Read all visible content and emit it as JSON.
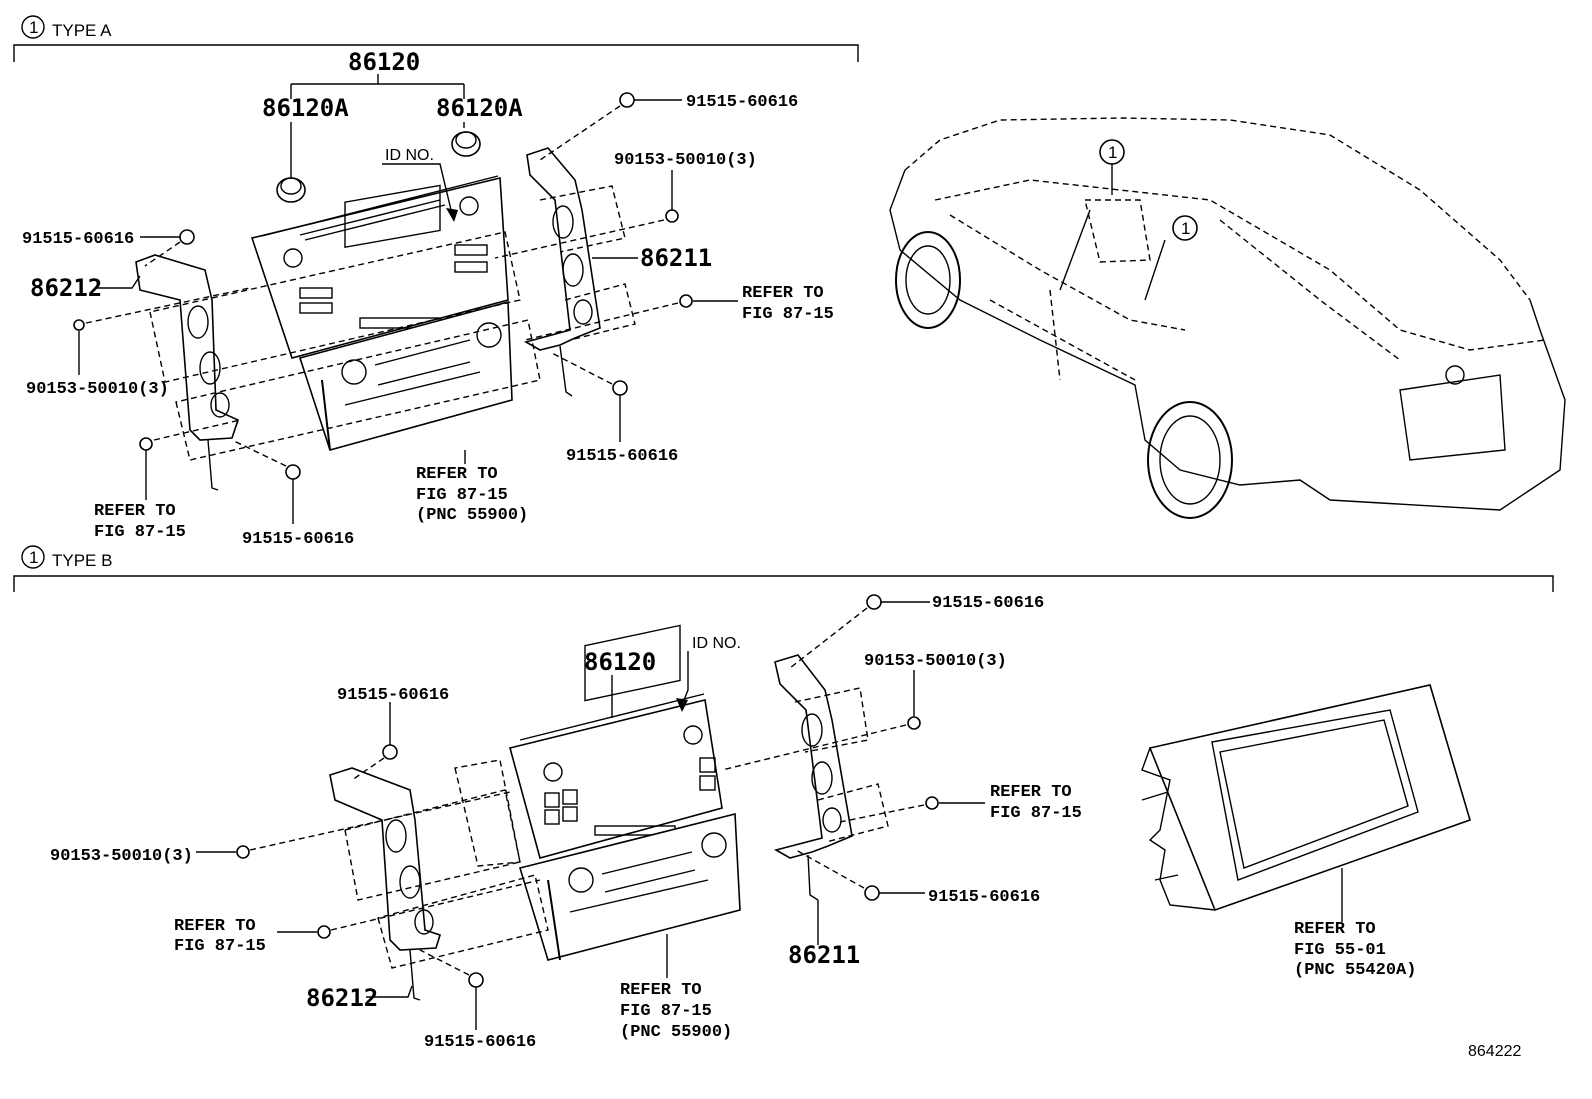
{
  "type_a": {
    "title": "TYPE A",
    "callout": "1",
    "labels": {
      "p86120": "86120",
      "p86120a_left": "86120A",
      "p86120a_right": "86120A",
      "id_no": "ID NO.",
      "p91515_top": "91515-60616",
      "p90153_top": "90153-50010(3)",
      "p86211": "86211",
      "refer_right_1": "REFER TO",
      "refer_right_2": "FIG 87-15",
      "p91515_right": "91515-60616",
      "p91515_left": "91515-60616",
      "p86212": "86212",
      "p90153_left": "90153-50010(3)",
      "refer_left_1": "REFER TO",
      "refer_left_2": "FIG 87-15",
      "p91515_bottom": "91515-60616",
      "refer_center_1": "REFER TO",
      "refer_center_2": "FIG 87-15",
      "refer_center_3": "(PNC 55900)"
    }
  },
  "car": {
    "callout_1": "1",
    "callout_2": "1"
  },
  "type_b": {
    "title": "TYPE B",
    "callout": "1",
    "labels": {
      "p91515_top": "91515-60616",
      "id_no": "ID NO.",
      "p86120": "86120",
      "p90153_right": "90153-50010(3)",
      "p91515_upper_left": "91515-60616",
      "refer_right_1": "REFER TO",
      "refer_right_2": "FIG 87-15",
      "p90153_left": "90153-50010(3)",
      "p91515_right": "91515-60616",
      "refer_left_1": "REFER TO",
      "refer_left_2": "FIG 87-15",
      "p86211": "86211",
      "p86212": "86212",
      "p91515_bottom": "91515-60616",
      "refer_center_1": "REFER TO",
      "refer_center_2": "FIG 87-15",
      "refer_center_3": "(PNC 55900)",
      "refer_bezel_1": "REFER TO",
      "refer_bezel_2": "FIG 55-01",
      "refer_bezel_3": "(PNC 55420A)"
    }
  },
  "catalog_number": "864222"
}
